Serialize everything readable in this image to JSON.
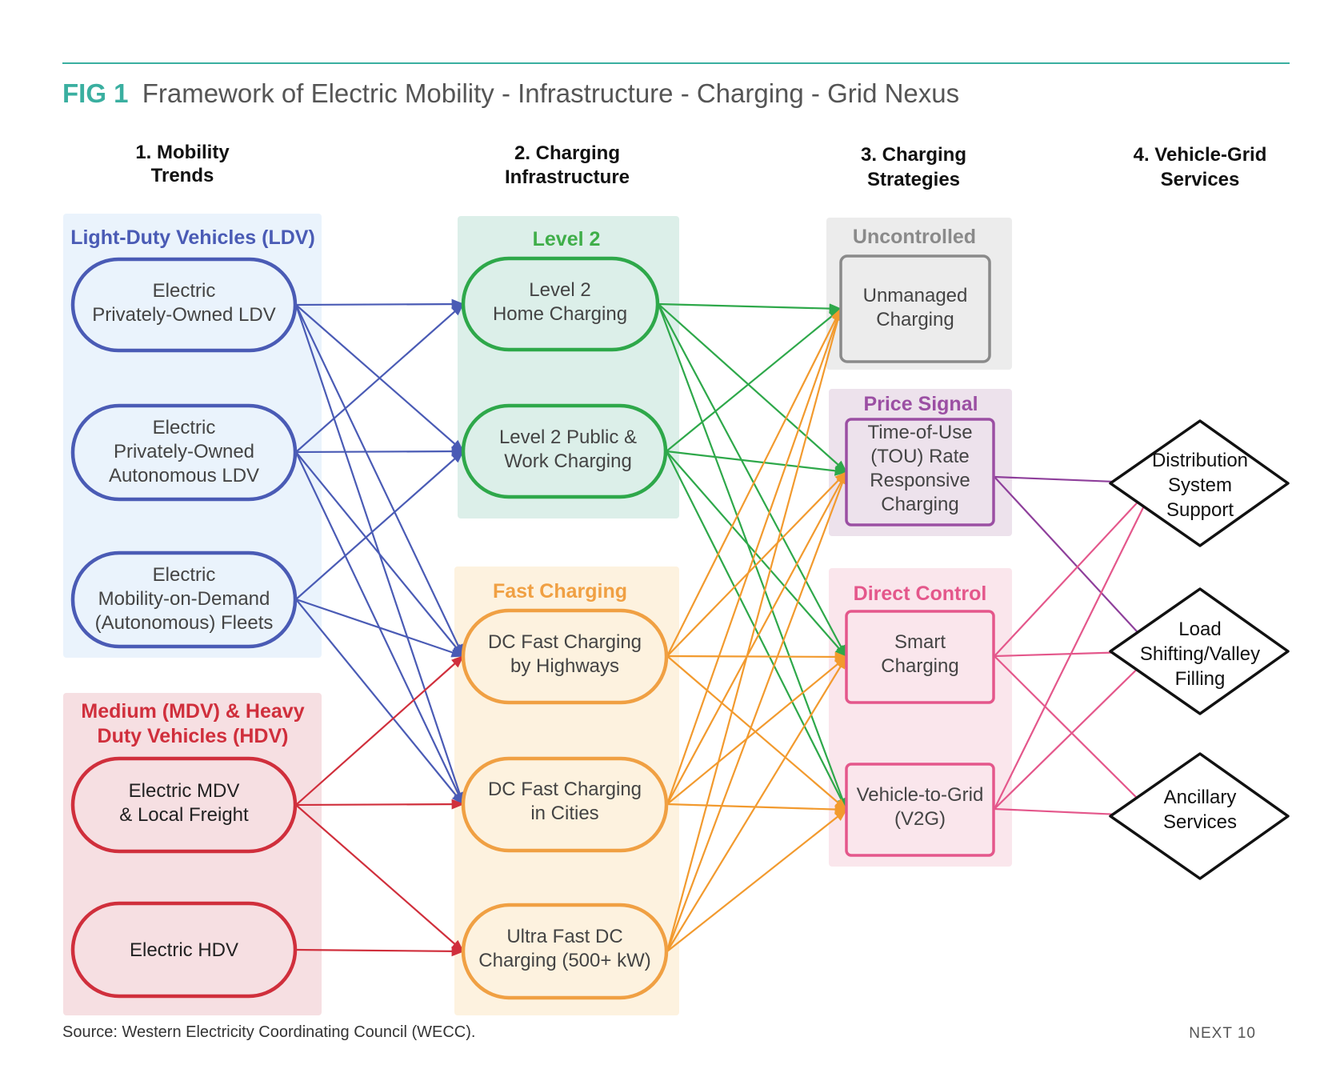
{
  "figure": {
    "label": "FIG 1",
    "title": "Framework of Electric Mobility - Infrastructure - Charging - Grid Nexus",
    "accent_color": "#3aafa0",
    "source": "Source: Western Electricity Coordinating Council (WECC).",
    "footer_mark": "NEXT 10"
  },
  "columns": [
    {
      "lines": [
        "1. Mobility",
        "Trends"
      ]
    },
    {
      "lines": [
        "2. Charging",
        "Infrastructure"
      ]
    },
    {
      "lines": [
        "3. Charging",
        "Strategies"
      ]
    },
    {
      "lines": [
        "4. Vehicle-Grid",
        "Services"
      ]
    }
  ],
  "groups": {
    "ldv": {
      "title": "Light-Duty Vehicles (LDV)",
      "fill": "#eaf3fc",
      "color": "#4a5bb5"
    },
    "hdv": {
      "title_lines": [
        "Medium (MDV) & Heavy",
        "Duty Vehicles (HDV)"
      ],
      "fill": "#f6dfe2",
      "color": "#d02f3c"
    },
    "level2": {
      "title": "Level 2",
      "fill": "#dcefe9",
      "color": "#3fae49"
    },
    "fast": {
      "title": "Fast Charging",
      "fill": "#fdf2df",
      "color": "#f0a043"
    },
    "uncontrolled": {
      "title": "Uncontrolled",
      "fill": "#ececec",
      "color": "#8a8a8a"
    },
    "price": {
      "title": "Price Signal",
      "fill": "#ede2ec",
      "color": "#9b4fa3"
    },
    "direct": {
      "title": "Direct Control",
      "fill": "#fae6ec",
      "color": "#e4578b"
    }
  },
  "nodes": {
    "priv_ldv": {
      "lines": [
        "Electric",
        "Privately-Owned LDV"
      ]
    },
    "auto_ldv": {
      "lines": [
        "Electric",
        "Privately-Owned",
        "Autonomous LDV"
      ]
    },
    "mod_fleets": {
      "lines": [
        "Electric",
        "Mobility-on-Demand",
        "(Autonomous) Fleets"
      ]
    },
    "mdv": {
      "lines": [
        "Electric MDV",
        "& Local Freight"
      ]
    },
    "hdv": {
      "lines": [
        "Electric HDV"
      ]
    },
    "l2_home": {
      "lines": [
        "Level 2",
        "Home Charging"
      ]
    },
    "l2_public": {
      "lines": [
        "Level 2 Public &",
        "Work Charging"
      ]
    },
    "dc_highway": {
      "lines": [
        "DC Fast Charging",
        "by Highways"
      ]
    },
    "dc_city": {
      "lines": [
        "DC Fast Charging",
        "in Cities"
      ]
    },
    "ultra": {
      "lines": [
        "Ultra Fast DC",
        "Charging (500+ kW)"
      ]
    },
    "unmanaged": {
      "lines": [
        "Unmanaged",
        "Charging"
      ]
    },
    "tou": {
      "lines": [
        "Time-of-Use",
        "(TOU) Rate",
        "Responsive",
        "Charging"
      ]
    },
    "smart": {
      "lines": [
        "Smart",
        "Charging"
      ]
    },
    "v2g": {
      "lines": [
        "Vehicle-to-Grid",
        "(V2G)"
      ]
    },
    "dist": {
      "lines": [
        "Distribution",
        "System",
        "Support"
      ]
    },
    "load": {
      "lines": [
        "Load",
        "Shifting/Valley",
        "Filling"
      ]
    },
    "anc": {
      "lines": [
        "Ancillary",
        "Services"
      ]
    }
  },
  "edges": [
    {
      "from": "priv_ldv",
      "to": "l2_home",
      "color": "#4a5bb5"
    },
    {
      "from": "priv_ldv",
      "to": "l2_public",
      "color": "#4a5bb5"
    },
    {
      "from": "priv_ldv",
      "to": "dc_highway",
      "color": "#4a5bb5"
    },
    {
      "from": "priv_ldv",
      "to": "dc_city",
      "color": "#4a5bb5"
    },
    {
      "from": "auto_ldv",
      "to": "l2_home",
      "color": "#4a5bb5"
    },
    {
      "from": "auto_ldv",
      "to": "l2_public",
      "color": "#4a5bb5"
    },
    {
      "from": "auto_ldv",
      "to": "dc_highway",
      "color": "#4a5bb5"
    },
    {
      "from": "auto_ldv",
      "to": "dc_city",
      "color": "#4a5bb5"
    },
    {
      "from": "mod_fleets",
      "to": "l2_public",
      "color": "#4a5bb5"
    },
    {
      "from": "mod_fleets",
      "to": "dc_highway",
      "color": "#4a5bb5"
    },
    {
      "from": "mod_fleets",
      "to": "dc_city",
      "color": "#4a5bb5"
    },
    {
      "from": "mdv",
      "to": "dc_highway",
      "color": "#d02f3c"
    },
    {
      "from": "mdv",
      "to": "dc_city",
      "color": "#d02f3c"
    },
    {
      "from": "mdv",
      "to": "ultra",
      "color": "#d02f3c"
    },
    {
      "from": "hdv",
      "to": "ultra",
      "color": "#d02f3c"
    },
    {
      "from": "l2_home",
      "to": "unmanaged",
      "color": "#2ea84a"
    },
    {
      "from": "l2_home",
      "to": "tou",
      "color": "#2ea84a"
    },
    {
      "from": "l2_home",
      "to": "smart",
      "color": "#2ea84a"
    },
    {
      "from": "l2_home",
      "to": "v2g",
      "color": "#2ea84a"
    },
    {
      "from": "l2_public",
      "to": "unmanaged",
      "color": "#2ea84a"
    },
    {
      "from": "l2_public",
      "to": "tou",
      "color": "#2ea84a"
    },
    {
      "from": "l2_public",
      "to": "smart",
      "color": "#2ea84a"
    },
    {
      "from": "l2_public",
      "to": "v2g",
      "color": "#2ea84a"
    },
    {
      "from": "dc_highway",
      "to": "unmanaged",
      "color": "#f29a2e"
    },
    {
      "from": "dc_highway",
      "to": "tou",
      "color": "#f29a2e"
    },
    {
      "from": "dc_highway",
      "to": "smart",
      "color": "#f29a2e"
    },
    {
      "from": "dc_highway",
      "to": "v2g",
      "color": "#f29a2e"
    },
    {
      "from": "dc_city",
      "to": "unmanaged",
      "color": "#f29a2e"
    },
    {
      "from": "dc_city",
      "to": "tou",
      "color": "#f29a2e"
    },
    {
      "from": "dc_city",
      "to": "smart",
      "color": "#f29a2e"
    },
    {
      "from": "dc_city",
      "to": "v2g",
      "color": "#f29a2e"
    },
    {
      "from": "ultra",
      "to": "unmanaged",
      "color": "#f29a2e"
    },
    {
      "from": "ultra",
      "to": "tou",
      "color": "#f29a2e"
    },
    {
      "from": "ultra",
      "to": "smart",
      "color": "#f29a2e"
    },
    {
      "from": "ultra",
      "to": "v2g",
      "color": "#f29a2e"
    },
    {
      "from": "tou",
      "to": "dist",
      "color": "#8e3f9b"
    },
    {
      "from": "tou",
      "to": "load",
      "color": "#8e3f9b"
    },
    {
      "from": "smart",
      "to": "dist",
      "color": "#e4578b"
    },
    {
      "from": "smart",
      "to": "load",
      "color": "#e4578b"
    },
    {
      "from": "smart",
      "to": "anc",
      "color": "#e4578b"
    },
    {
      "from": "v2g",
      "to": "dist",
      "color": "#e4578b"
    },
    {
      "from": "v2g",
      "to": "load",
      "color": "#e4578b"
    },
    {
      "from": "v2g",
      "to": "anc",
      "color": "#e4578b"
    }
  ]
}
